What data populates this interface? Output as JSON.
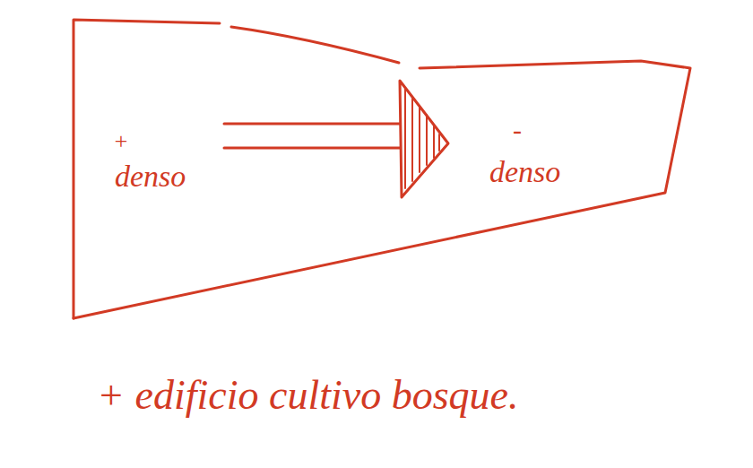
{
  "diagram": {
    "labels": [
      "+",
      "denso",
      "-",
      "denso",
      "+ edificio cultivo bosque."
    ]
  }
}
